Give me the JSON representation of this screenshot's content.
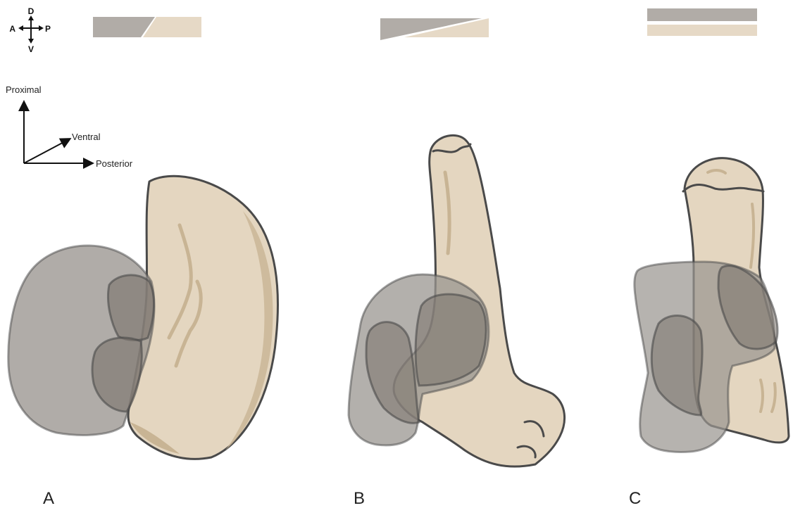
{
  "colors": {
    "bone_light": "#e4d6c0",
    "bone_shade": "#c8b494",
    "grey_overlay": "#9a9590",
    "outline": "#4a4a4a",
    "legend_grey": "#b1aca7",
    "legend_beige": "#e6d9c6"
  },
  "compass": {
    "top": "D",
    "bottom": "V",
    "left": "A",
    "right": "P"
  },
  "axes": {
    "vertical": "Proximal",
    "diagonal": "Ventral",
    "horizontal": "Posterior"
  },
  "panels": [
    {
      "letter": "A"
    },
    {
      "letter": "B"
    },
    {
      "letter": "C"
    }
  ]
}
